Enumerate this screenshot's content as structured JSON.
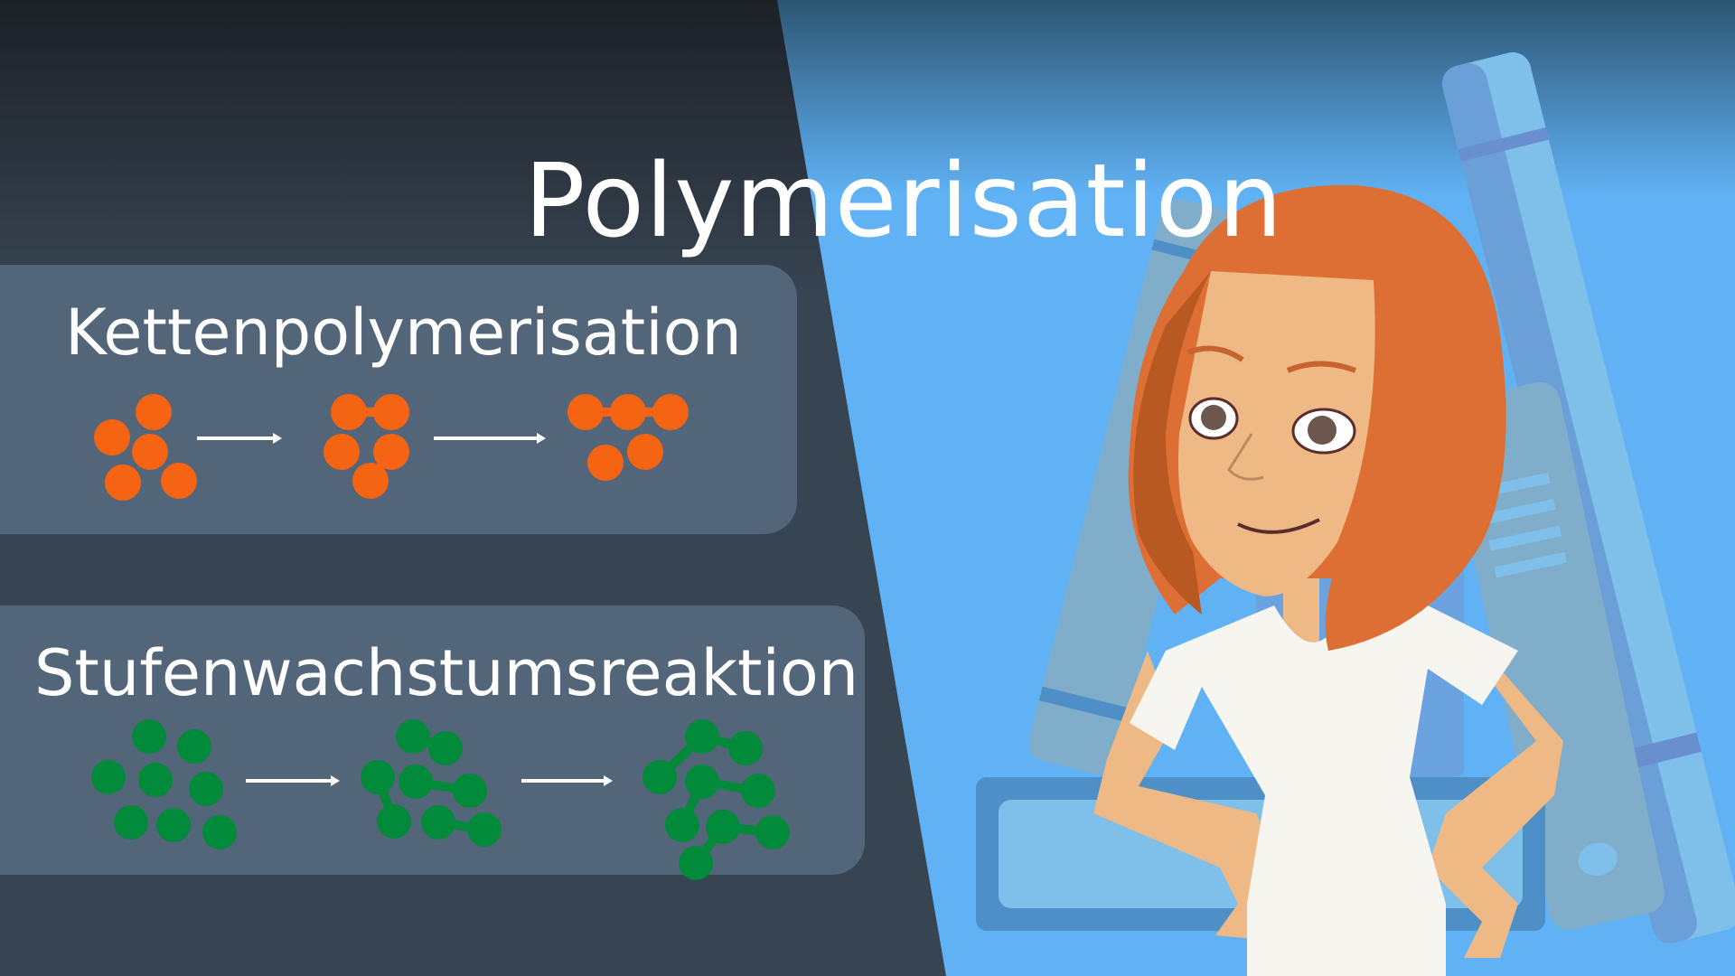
{
  "title": "Polymerisation",
  "panels": [
    {
      "label": "Kettenpolymerisation",
      "molecule_color": "#f46412",
      "diagram": "chain-polymerization-monomers-to-growing-chain"
    },
    {
      "label": "Stufenwachstumsreaktion",
      "molecule_color": "#008a3a",
      "diagram": "step-growth-monomers-to-branched-oligomers"
    }
  ],
  "colors": {
    "left_bg": "#374451",
    "right_bg": "#60b2f4",
    "panel_bg": "#536679",
    "hair": "#de6f34",
    "skin": "#eeb984",
    "shirt": "#f6f5f0"
  },
  "illustration": {
    "character": "red-haired-woman-hands-on-hips",
    "background": "stack-of-books"
  }
}
